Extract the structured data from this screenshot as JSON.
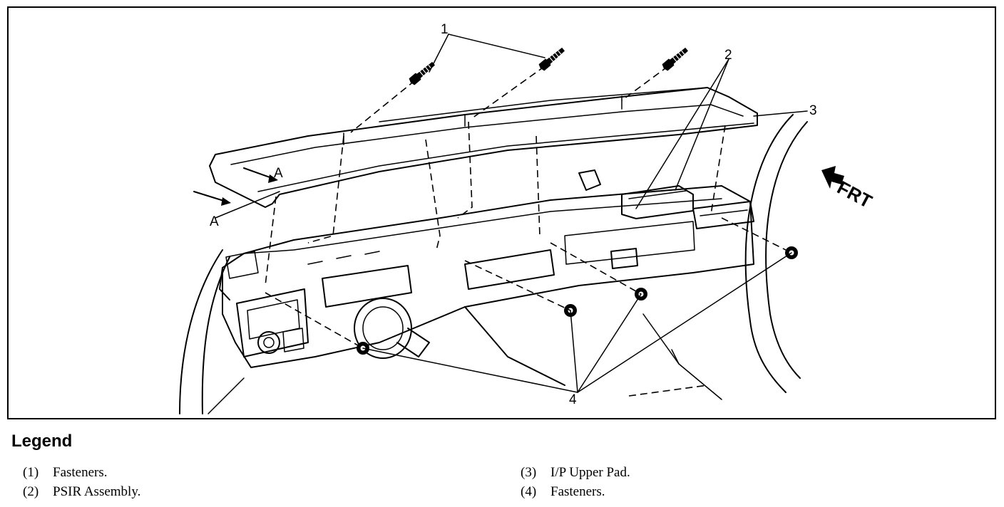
{
  "figure": {
    "callouts": [
      "1",
      "2",
      "3",
      "4"
    ],
    "section_marker": "A",
    "front_marker": "FRT",
    "icons": [
      "screw-icon",
      "front-arrow-icon"
    ]
  },
  "legend": {
    "title": "Legend",
    "items": [
      {
        "num": "(1)",
        "text": "Fasteners."
      },
      {
        "num": "(2)",
        "text": "PSIR Assembly."
      },
      {
        "num": "(3)",
        "text": "I/P Upper Pad."
      },
      {
        "num": "(4)",
        "text": "Fasteners."
      }
    ]
  }
}
